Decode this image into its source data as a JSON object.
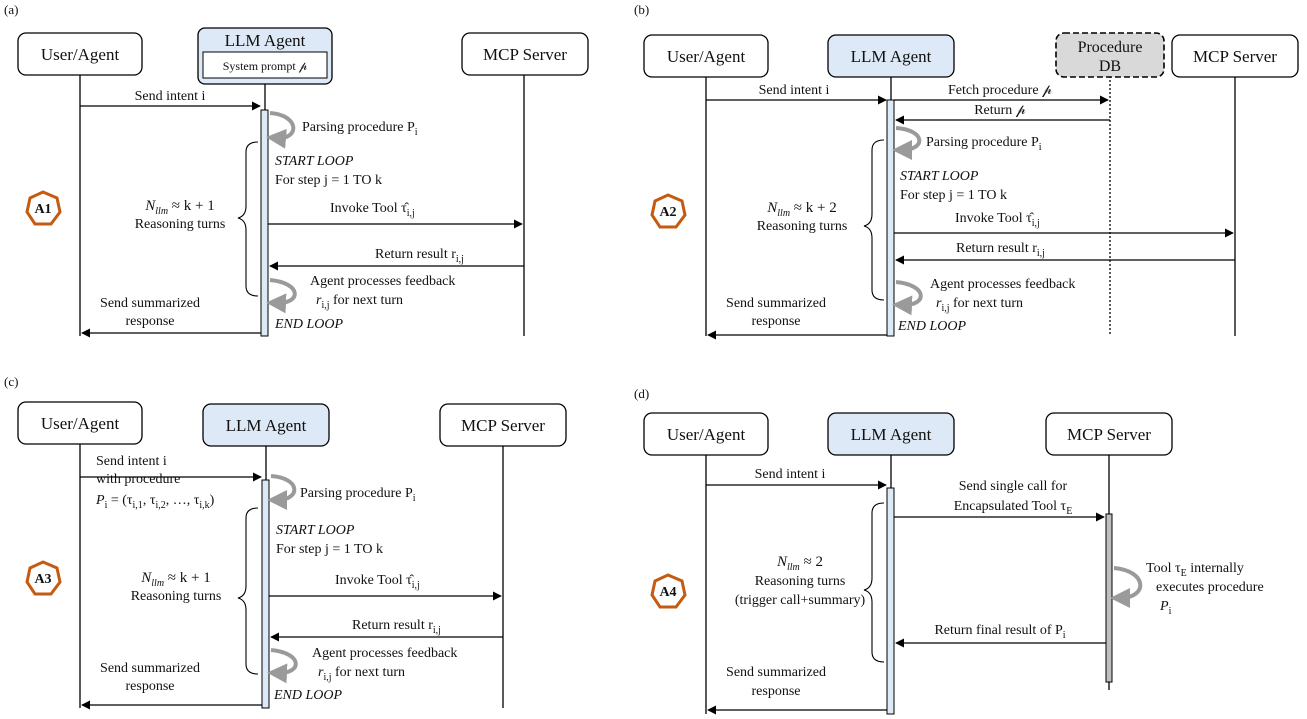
{
  "panels": {
    "a": {
      "tag": "(a)",
      "badge": "A1",
      "user": "User/Agent",
      "agent": "LLM Agent",
      "system_prompt": "System prompt 𝓅",
      "server": "MCP Server",
      "send_intent": "Send intent i",
      "parsing": "Parsing procedure P",
      "parsing_sub": "i",
      "start_loop": "START LOOP",
      "for_step": "For step j = 1 TO k",
      "invoke": "Invoke Tool τ̂",
      "invoke_sub": "i,j",
      "return_result": "Return result r",
      "return_sub": "i,j",
      "feedback_1": "Agent processes feedback",
      "feedback_2": "r",
      "feedback_2_sub": "i,j",
      "feedback_2_tail": " for next turn",
      "end_loop": "END LOOP",
      "nllm": "N",
      "nllm_sub": "llm",
      "nllm_eq": " ≈ k + 1",
      "reasoning": "Reasoning turns",
      "send_summary_1": "Send summarized",
      "send_summary_2": "response"
    },
    "b": {
      "tag": "(b)",
      "badge": "A2",
      "user": "User/Agent",
      "agent": "LLM Agent",
      "db_1": "Procedure",
      "db_2": "DB",
      "server": "MCP Server",
      "send_intent": "Send intent i",
      "fetch": "Fetch procedure 𝓅",
      "return_p": "Return 𝓅",
      "parsing": "Parsing procedure P",
      "parsing_sub": "i",
      "start_loop": "START LOOP",
      "for_step": "For step j  = 1 TO k",
      "invoke": "Invoke Tool τ̂",
      "invoke_sub": "i,j",
      "return_result": "Return result r",
      "return_sub": "i,j",
      "feedback_1": "Agent processes feedback",
      "feedback_2": "r",
      "feedback_2_sub": "i,j",
      "feedback_2_tail": " for next turn",
      "end_loop": "END LOOP",
      "nllm": "N",
      "nllm_sub": "llm",
      "nllm_eq": " ≈  k + 2",
      "reasoning": "Reasoning turns",
      "send_summary_1": "Send summarized",
      "send_summary_2": "response"
    },
    "c": {
      "tag": "(c)",
      "badge": "A3",
      "user": "User/Agent",
      "agent": "LLM Agent",
      "server": "MCP Server",
      "send_intent_1": "Send intent i",
      "send_intent_2": "with procedure",
      "send_intent_3": "P",
      "send_intent_3_rest": " = (τ",
      "send_intent_3_tail": ", τ",
      "send_intent_3_tail2": ", …, τ",
      "send_intent_3_end": ")",
      "parsing": "Parsing procedure P",
      "parsing_sub": "i",
      "start_loop": "START LOOP",
      "for_step": "For step j = 1 TO k",
      "invoke": "Invoke Tool τ̂",
      "invoke_sub": "i,j",
      "return_result": "Return result r",
      "return_sub": "i,j",
      "feedback_1": "Agent processes feedback",
      "feedback_2": "r",
      "feedback_2_sub": "i,j",
      "feedback_2_tail": " for next turn",
      "end_loop": "END LOOP",
      "nllm": "N",
      "nllm_sub": "llm",
      "nllm_eq": " ≈  k + 1",
      "reasoning": "Reasoning turns",
      "send_summary_1": "Send summarized",
      "send_summary_2": "response"
    },
    "d": {
      "tag": "(d)",
      "badge": "A4",
      "user": "User/Agent",
      "agent": "LLM Agent",
      "server": "MCP Server",
      "send_intent": "Send intent i",
      "single_call_1": "Send single call for",
      "single_call_2": "Encapsulated Tool τ",
      "single_call_2_sub": "E",
      "tool_1": "Tool τ",
      "tool_1_sub": "E",
      "tool_1_tail": " internally",
      "tool_2": "executes procedure",
      "tool_3": "P",
      "tool_3_sub": "i",
      "return_final": "Return final result of  P",
      "return_final_sub": "i",
      "nllm": "N",
      "nllm_sub": "llm",
      "nllm_eq": " ≈ 2",
      "reasoning": "Reasoning turns",
      "trigger": "(trigger call+summary)",
      "send_summary_1": "Send summarized",
      "send_summary_2": "response"
    }
  },
  "colors": {
    "agent_fill": "#dde9f6",
    "db_fill": "#d9d9d9",
    "badge_stroke": "#c55a11",
    "loop_arrow": "#9a9a9a",
    "activation_fill": "#dde9f6",
    "server_bar_fill": "#bfbfbf"
  }
}
